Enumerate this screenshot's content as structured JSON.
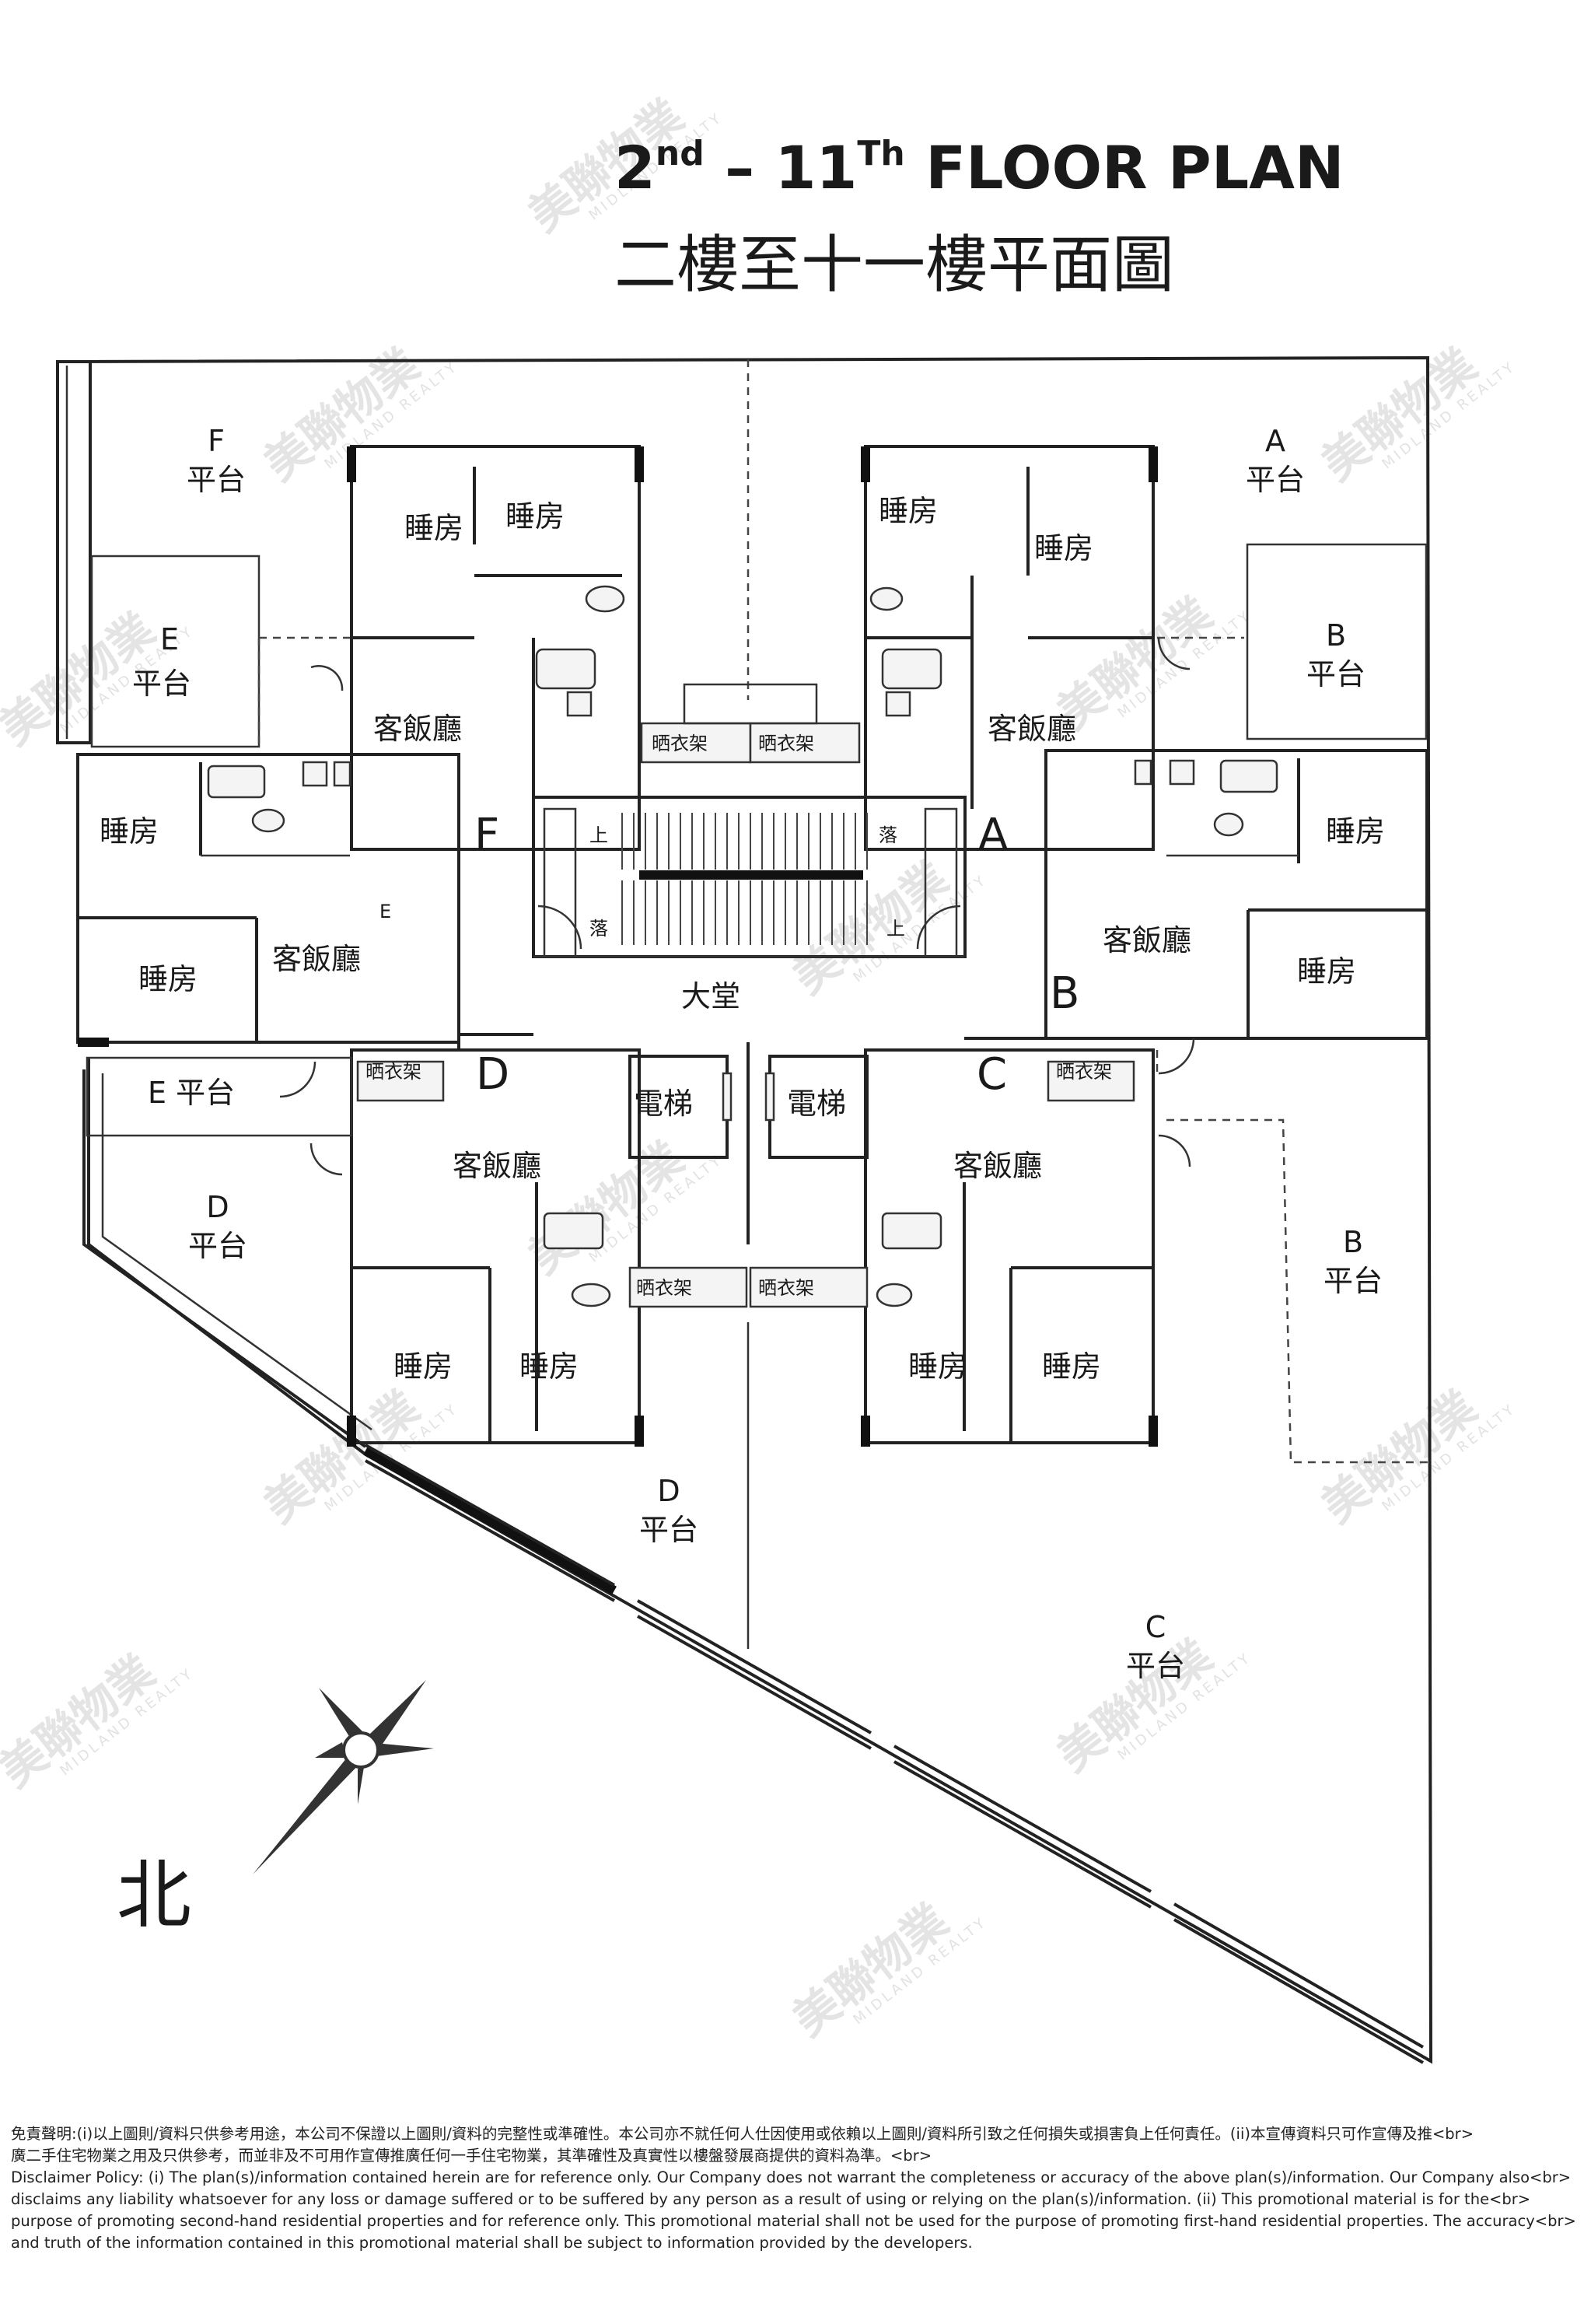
{
  "title": {
    "en_prefix": "2",
    "en_sup1": "nd",
    "en_mid": " – 11",
    "en_sup2": "Th",
    "en_suffix": " FLOOR PLAN",
    "zh": "二樓至十一樓平面圖"
  },
  "labels": {
    "flat_f_terrace": [
      "F",
      "平台"
    ],
    "flat_a_terrace": [
      "A",
      "平台"
    ],
    "flat_e_terrace_top": [
      "E",
      "平台"
    ],
    "flat_b_terrace_top": [
      "B",
      "平台"
    ],
    "flat_e_terrace_side": "E 平台",
    "flat_d_terrace_left": [
      "D",
      "平台"
    ],
    "flat_b_terrace_right": [
      "B",
      "平台"
    ],
    "flat_d_terrace_bottom": [
      "D",
      "平台"
    ],
    "flat_c_terrace": [
      "C",
      "平台"
    ],
    "bedroom": "睡房",
    "living_dining": "客飯廳",
    "lift": "電梯",
    "lobby": "大堂",
    "up": "上",
    "down": "落",
    "flat_letters": [
      "A",
      "B",
      "C",
      "D",
      "E",
      "F"
    ],
    "closet": "晒衣架",
    "north": "北"
  },
  "watermark": {
    "brand": "美聯物業",
    "sub": "MIDLAND REALTY"
  },
  "disclaimer": {
    "lines": [
      "免責聲明:(i)以上圖則/資料只供參考用途，本公司不保證以上圖則/資料的完整性或準確性。本公司亦不就任何人仕因使用或依賴以上圖則/資料所引致之任何損失或損害負上任何責任。(ii)本宣傳資料只可作宣傳及推<br>",
      "廣二手住宅物業之用及只供參考，而並非及不可用作宣傳推廣任何一手住宅物業，其準確性及真實性以樓盤發展商提供的資料為準。<br>",
      "Disclaimer Policy: (i) The plan(s)/information contained herein are for reference only. Our Company does not warrant the completeness or accuracy of the above plan(s)/information. Our Company also<br>",
      "disclaims any liability whatsoever for any loss or damage suffered or to be suffered by any person as a result of using or relying on the plan(s)/information. (ii) This promotional material is for the<br>",
      "purpose of promoting second-hand residential properties and for reference only. This promotional material shall not be used for the purpose of promoting first-hand residential properties. The accuracy<br>",
      "and truth of the information contained in this promotional material shall be subject to information provided by the developers."
    ]
  },
  "colors": {
    "line": "#222222",
    "watermark": "#cfcfcf",
    "background": "#ffffff"
  }
}
